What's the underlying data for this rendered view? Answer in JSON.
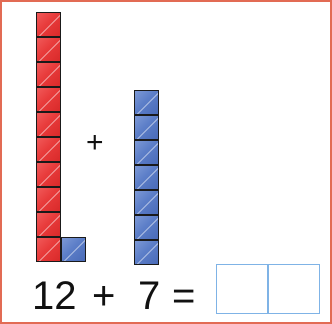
{
  "problem": {
    "plus_symbol": "+",
    "equation": {
      "addend_a": "12",
      "operator": "+",
      "addend_b": "7",
      "equals": "="
    },
    "answer": {
      "tens_digit": "",
      "ones_digit": ""
    }
  },
  "blocks": {
    "tall_red_column_count": 10,
    "single_blue_cube_count": 1,
    "blue_column_count": 7
  },
  "colors": {
    "red_block": "#e83b3b",
    "blue_block": "#5c7ec8",
    "frame_border": "#e26b54",
    "answer_box_border": "#7fb3e6"
  }
}
